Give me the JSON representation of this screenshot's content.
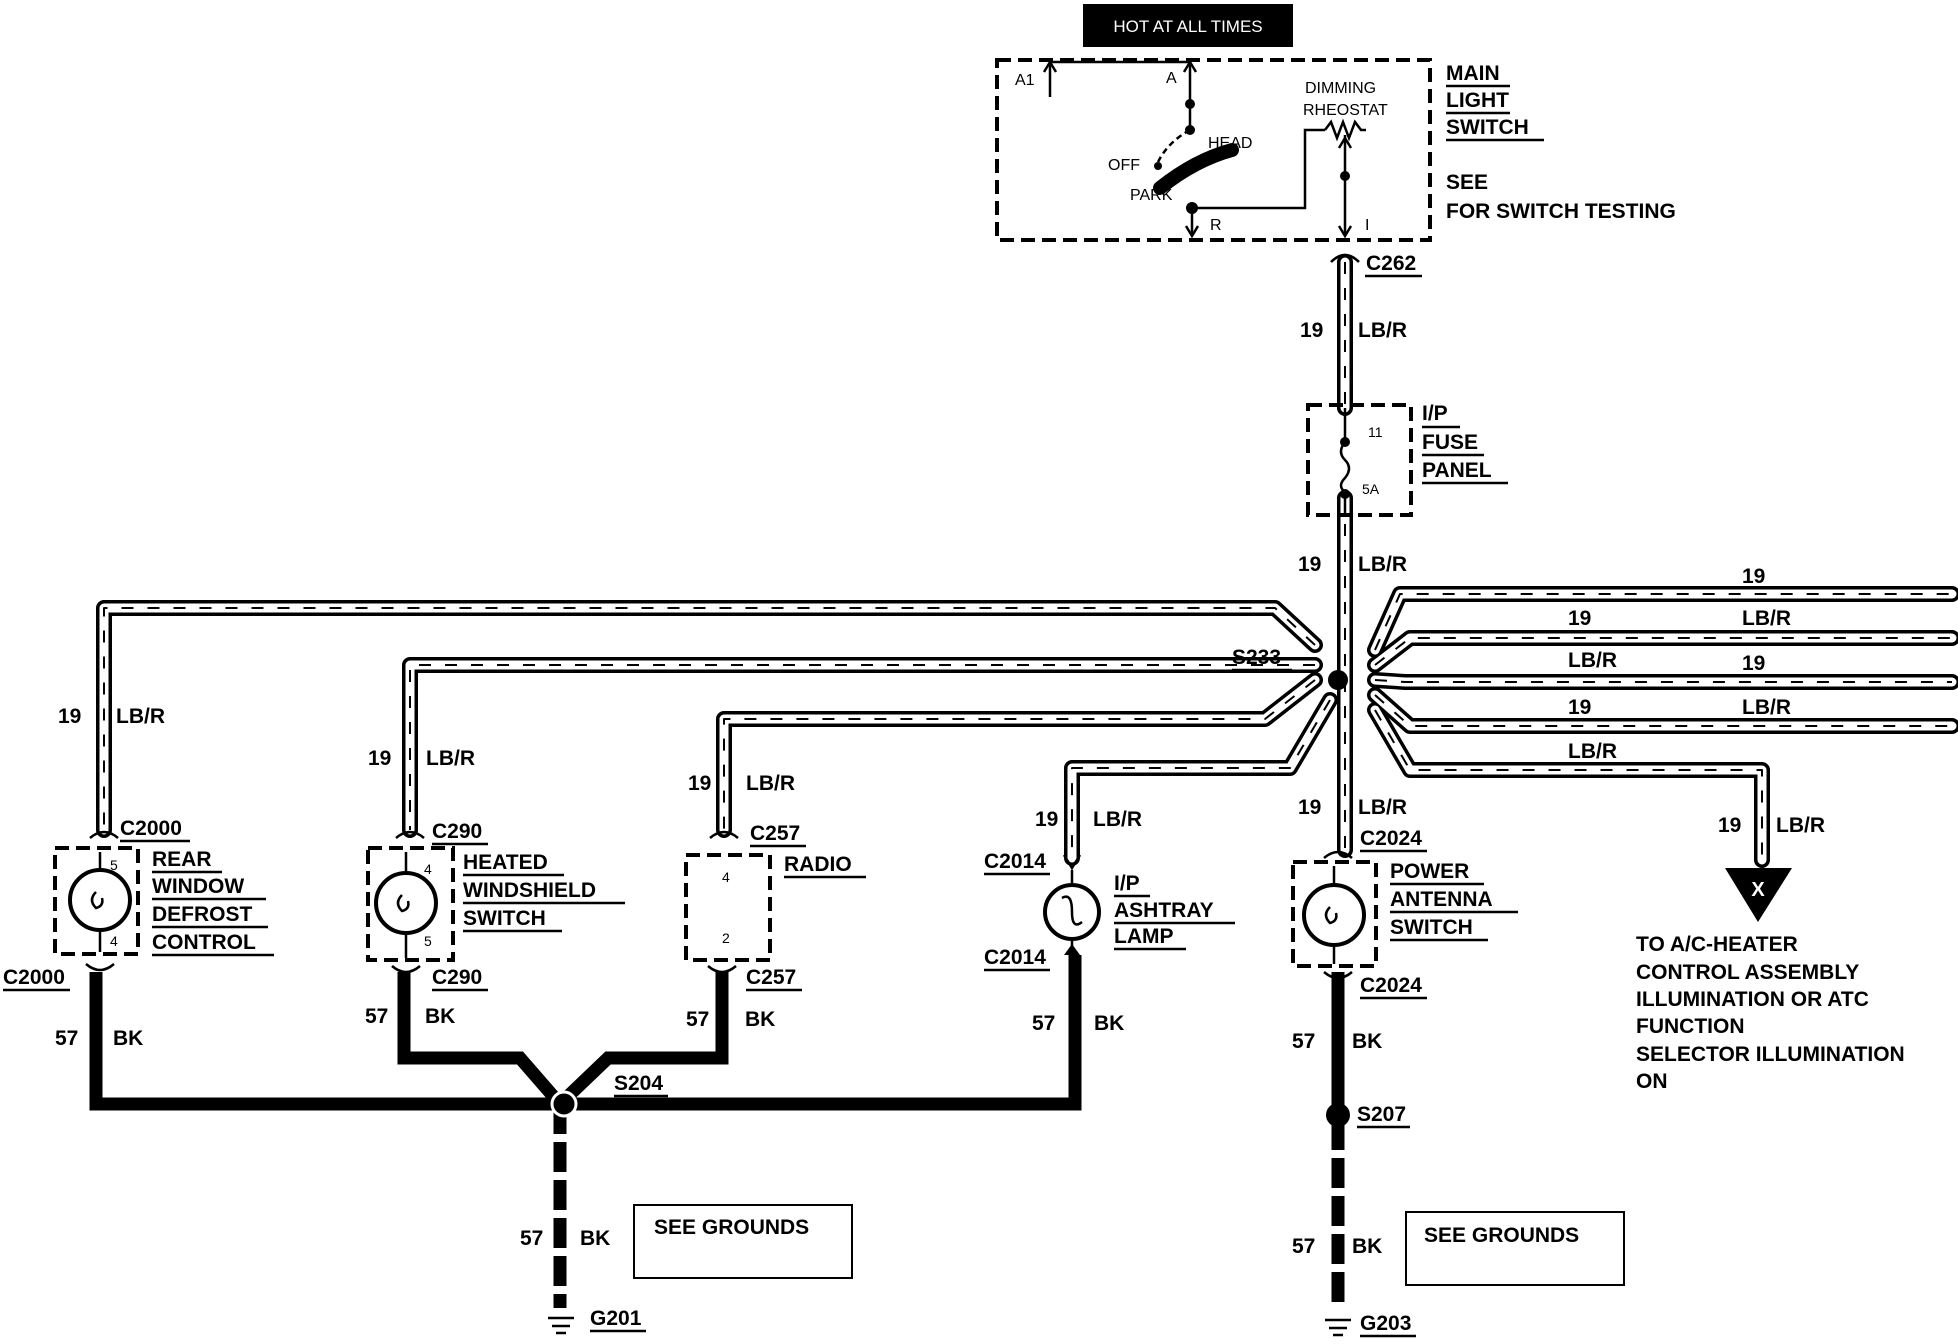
{
  "header": {
    "hot_at_all_times": "HOT AT ALL TIMES"
  },
  "main_switch": {
    "title_lines": [
      "MAIN",
      "LIGHT",
      "SWITCH"
    ],
    "see_line1": "SEE",
    "see_line2": "FOR SWITCH TESTING",
    "pins": {
      "a1": "A1",
      "a": "A",
      "r": "R",
      "i": "I"
    },
    "positions": {
      "off": "OFF",
      "park": "PARK",
      "head": "HEAD"
    },
    "rheostat_lines": [
      "DIMMING",
      "RHEOSTAT"
    ],
    "connector": "C262"
  },
  "fuse_panel": {
    "title_lines": [
      "I/P",
      "FUSE",
      "PANEL"
    ],
    "fuse_number": "11",
    "rating": "5A"
  },
  "wire_labels": {
    "w19": "19",
    "lbr": "LB/R",
    "w57": "57",
    "bk": "BK"
  },
  "splices": {
    "s233": "S233",
    "s204": "S204",
    "s207": "S207"
  },
  "components": {
    "rear_defrost": {
      "lines": [
        "REAR",
        "WINDOW",
        "DEFROST",
        "CONTROL"
      ],
      "connector": "C2000",
      "pin_top": "5",
      "pin_bottom": "4"
    },
    "heated_windshield": {
      "lines": [
        "HEATED",
        "WINDSHIELD",
        "SWITCH"
      ],
      "connector": "C290",
      "pin_top": "4",
      "pin_bottom": "5"
    },
    "radio": {
      "lines": [
        "RADIO"
      ],
      "connector": "C257",
      "pin_top": "4",
      "pin_bottom": "2"
    },
    "ashtray_lamp": {
      "lines": [
        "I/P",
        "ASHTRAY",
        "LAMP"
      ],
      "connector": "C2014"
    },
    "power_antenna": {
      "lines": [
        "POWER",
        "ANTENNA",
        "SWITCH"
      ],
      "connector": "C2024"
    }
  },
  "ac_heater": {
    "marker": "X",
    "lines": [
      "TO A/C-HEATER",
      "CONTROL ASSEMBLY",
      "ILLUMINATION OR ATC",
      "FUNCTION",
      "SELECTOR ILLUMINATION",
      "ON"
    ]
  },
  "grounds": {
    "see_grounds": "SEE GROUNDS",
    "g201": "G201",
    "g203": "G203"
  },
  "colors": {
    "wire": "#000000",
    "badge": "#000000",
    "background": "#ffffff"
  }
}
